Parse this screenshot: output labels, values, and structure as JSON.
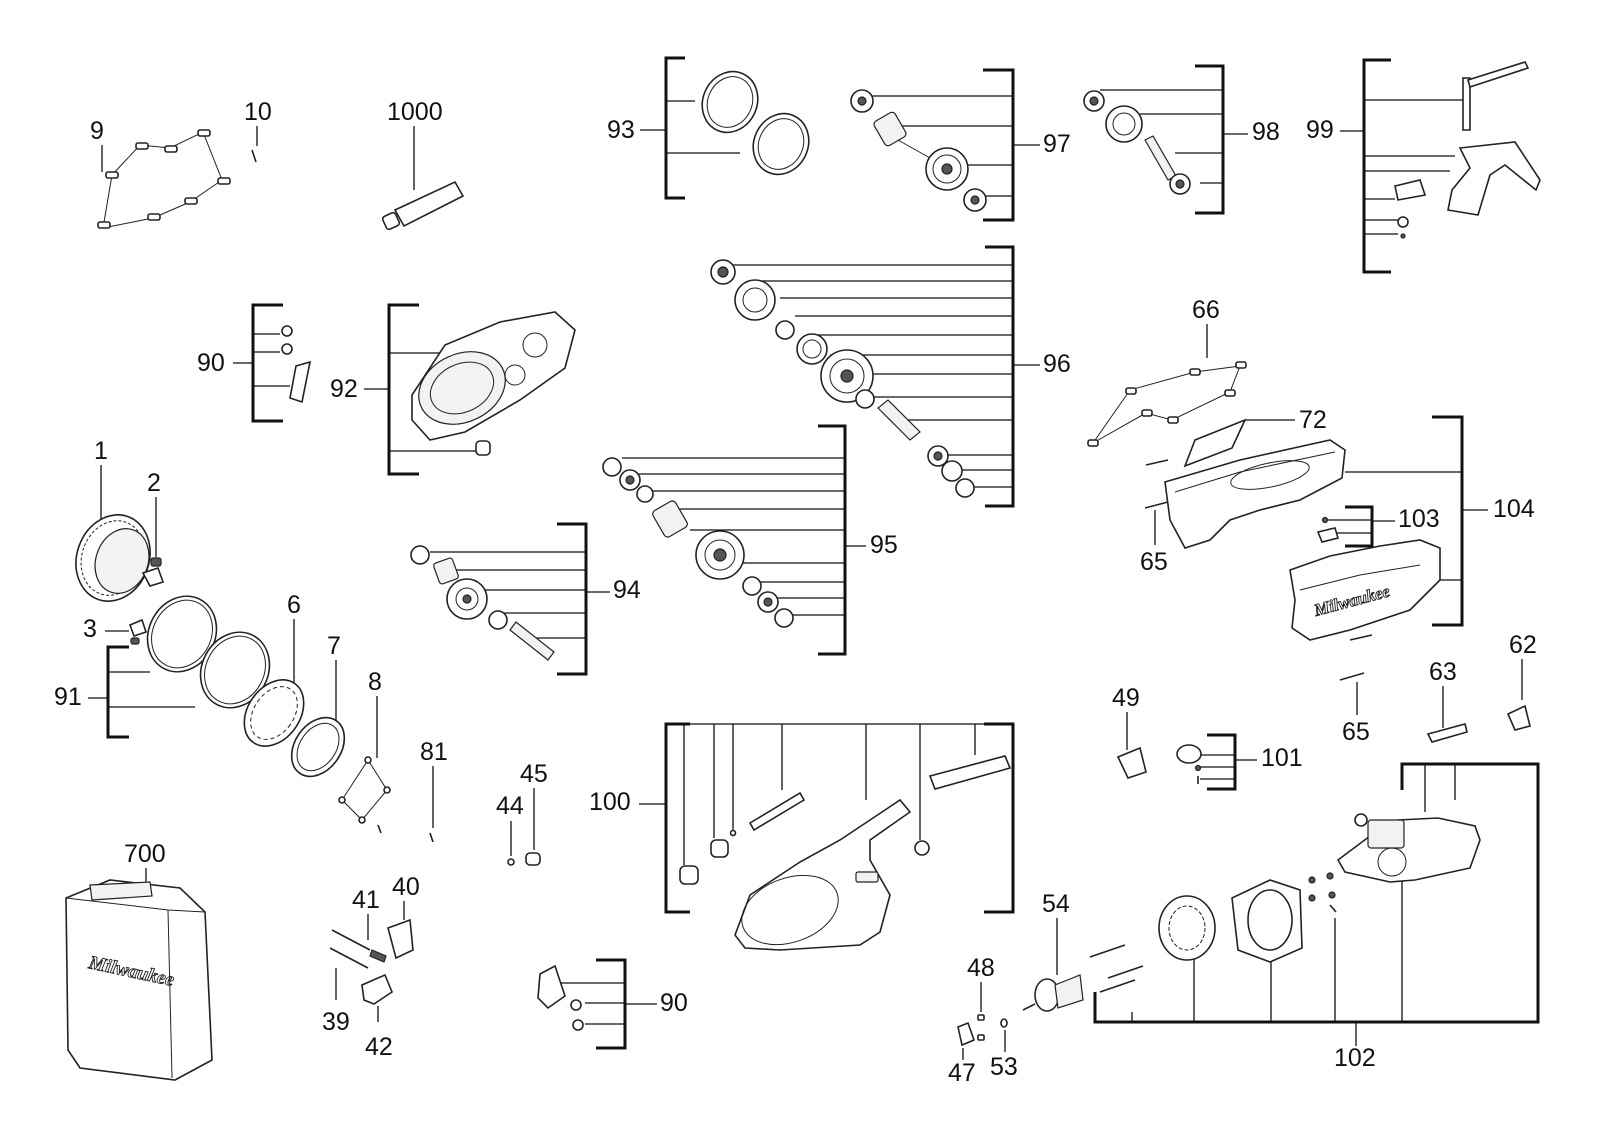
{
  "labels": {
    "p1": "1",
    "p2": "2",
    "p3": "3",
    "p6": "6",
    "p7": "7",
    "p8": "8",
    "p9": "9",
    "p10": "10",
    "p39": "39",
    "p40": "40",
    "p41": "41",
    "p42": "42",
    "p44": "44",
    "p45": "45",
    "p47": "47",
    "p48": "48",
    "p49": "49",
    "p53": "53",
    "p54": "54",
    "p62": "62",
    "p63": "63",
    "p65a": "65",
    "p65b": "65",
    "p66": "66",
    "p72": "72",
    "p81": "81",
    "p90a": "90",
    "p90b": "90",
    "p91": "91",
    "p92": "92",
    "p93": "93",
    "p94": "94",
    "p95": "95",
    "p96": "96",
    "p97": "97",
    "p98": "98",
    "p99": "99",
    "p100": "100",
    "p101": "101",
    "p102": "102",
    "p103": "103",
    "p104": "104",
    "p700": "700",
    "p1000": "1000"
  },
  "brand": {
    "case_logo": "Milwaukee",
    "housing_logo": "Milwaukee"
  }
}
